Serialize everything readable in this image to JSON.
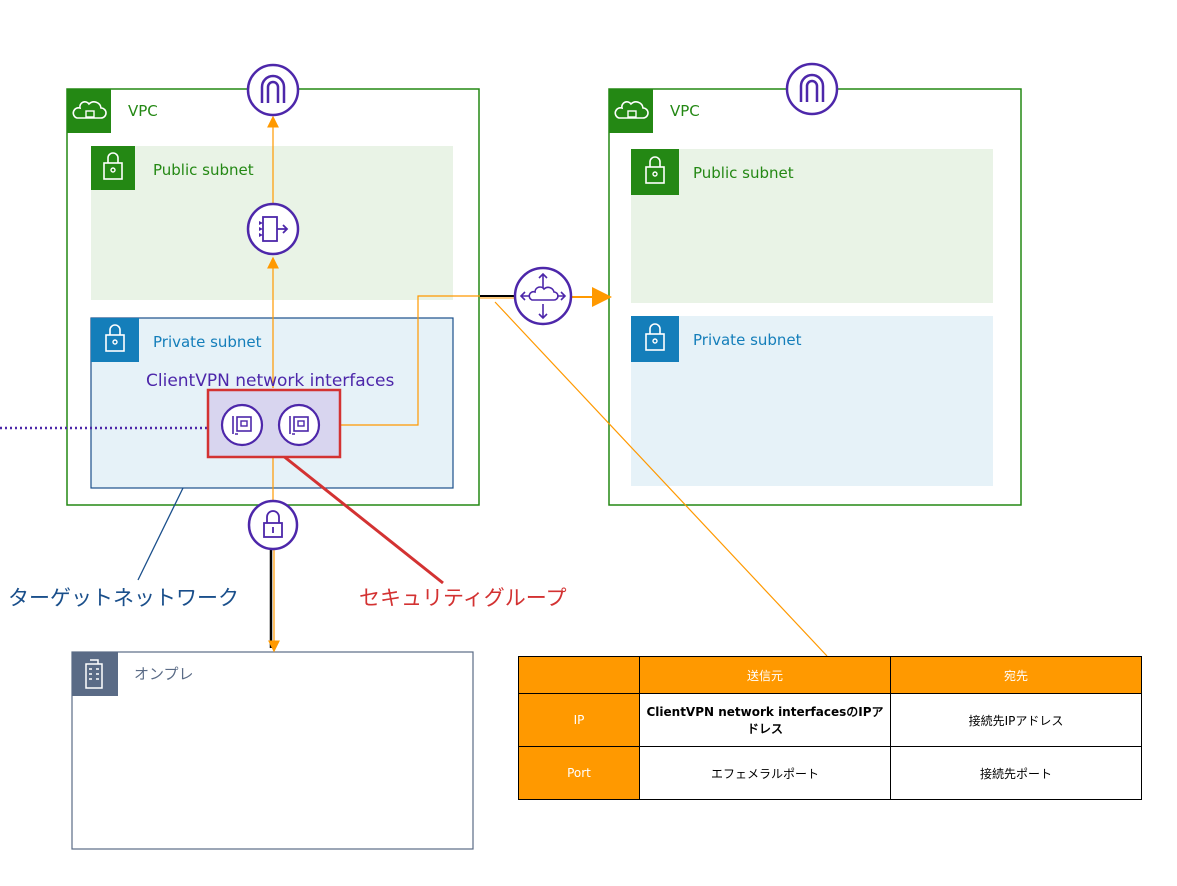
{
  "vpc_left": {
    "label": "VPC",
    "public_subnet": "Public subnet",
    "private_subnet": "Private subnet"
  },
  "vpc_right": {
    "label": "VPC",
    "public_subnet": "Public subnet",
    "private_subnet": "Private subnet"
  },
  "client_vpn_label": "ClientVPN network interfaces",
  "target_network_label": "ターゲットネットワーク",
  "security_group_label": "セキュリティグループ",
  "onprem_label": "オンプレ",
  "colors": {
    "vpc_green": "#248814",
    "public_bg": "#e9f3e6",
    "private_blue": "#147eba",
    "private_bg": "#e6f2f8",
    "orange": "#ff9900",
    "purple": "#4d27aa",
    "red": "#d33232",
    "onprem": "#5a6b86"
  },
  "icons": {
    "cloud": "cloud-lock-icon",
    "lock": "lock-icon",
    "gateway": "internet-gateway-icon",
    "nat": "nat-gateway-icon",
    "eni": "network-interface-icon",
    "transit": "transit-gateway-icon",
    "vpn": "vpn-gateway-icon",
    "building": "office-building-icon"
  },
  "table": {
    "headers": [
      "",
      "送信元",
      "宛先"
    ],
    "rows": [
      {
        "label": "IP",
        "source": "ClientVPN network interfacesのIPアドレス",
        "destination": "接続先IPアドレス"
      },
      {
        "label": "Port",
        "source": "エフェメラルポート",
        "destination": "接続先ポート"
      }
    ]
  }
}
